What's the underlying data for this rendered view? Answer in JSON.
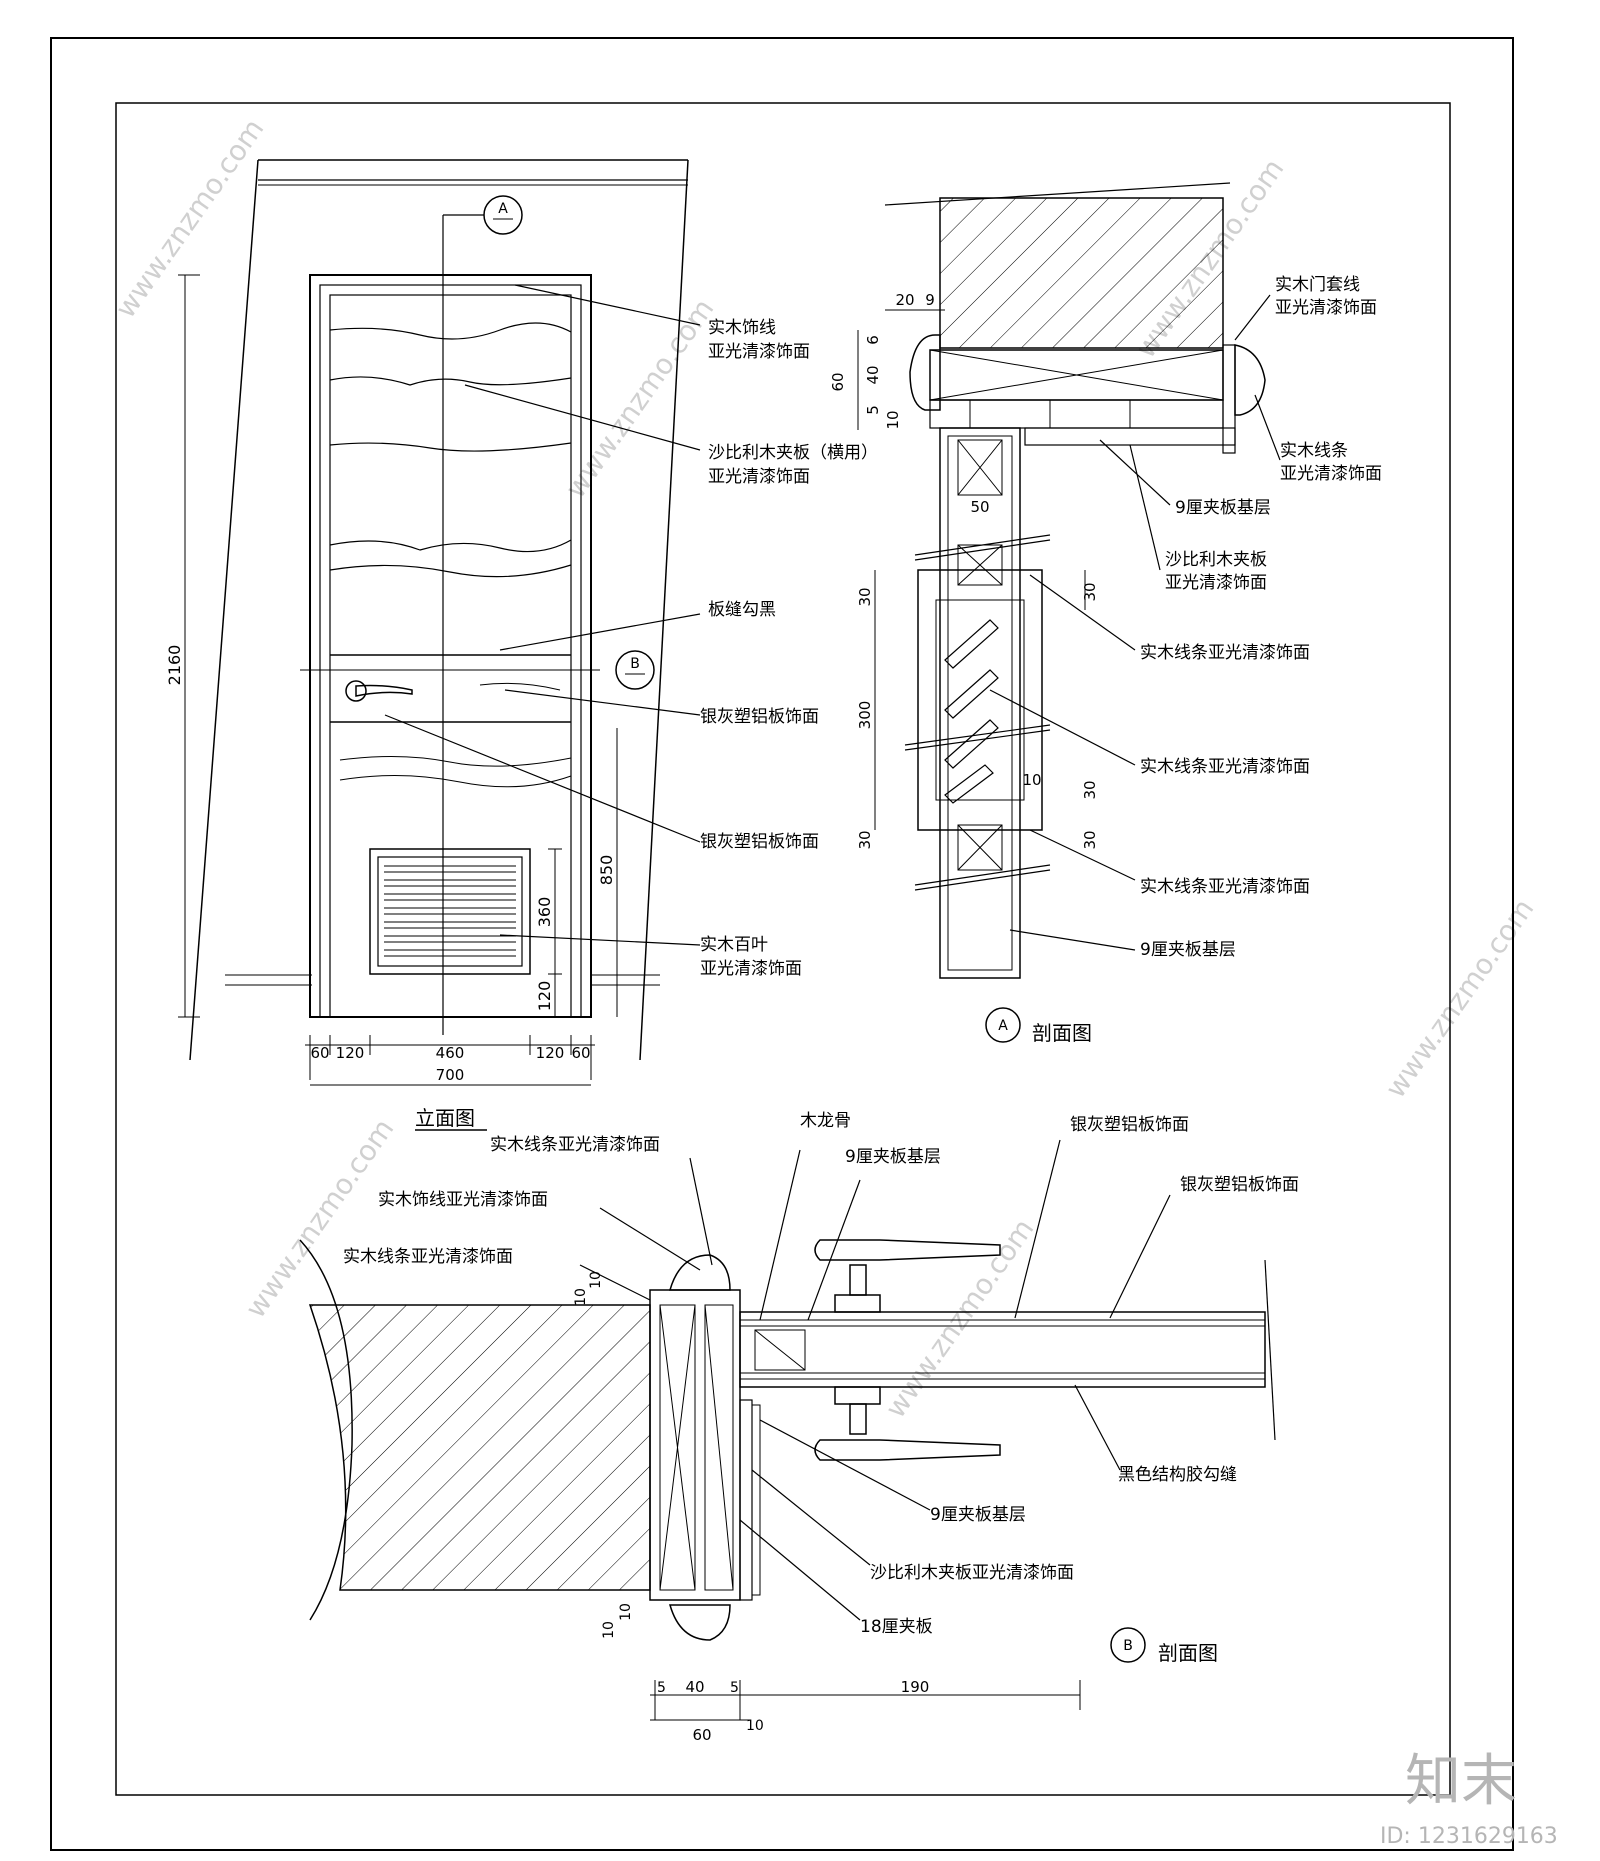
{
  "elevation": {
    "title": "立面图",
    "section_a_marker": "A",
    "section_b_marker": "B",
    "height_dim": "2160",
    "right_dims": [
      "850",
      "360",
      "120"
    ],
    "bottom_dims": [
      "60",
      "120",
      "460",
      "120",
      "60"
    ],
    "total_width_dim": "700",
    "labels": [
      "实木饰线",
      "亚光清漆饰面",
      "沙比利木夹板（横用）",
      "亚光清漆饰面",
      "板缝勾黑",
      "银灰塑铝板饰面",
      "银灰塑铝板饰面",
      "实木百叶",
      "亚光清漆饰面"
    ]
  },
  "section_a": {
    "marker": "A",
    "title": "剖面图",
    "dims_top": [
      "20",
      "9"
    ],
    "dims_left": [
      "6",
      "40",
      "60",
      "5",
      "10"
    ],
    "dim_stud": "50",
    "dims_mid_left": [
      "30",
      "300",
      "30"
    ],
    "dims_mid_right": [
      "30",
      "10",
      "30",
      "30"
    ],
    "labels": [
      "实木门套线",
      "亚光清漆饰面",
      "实木线条",
      "亚光清漆饰面",
      "9厘夹板基层",
      "沙比利木夹板",
      "亚光清漆饰面",
      "实木线条亚光清漆饰面",
      "实木线条亚光清漆饰面",
      "实木线条亚光清漆饰面",
      "9厘夹板基层"
    ]
  },
  "section_b": {
    "marker": "B",
    "title": "剖面图",
    "dims_left": [
      "10",
      "10"
    ],
    "dims_left_bottom": [
      "10",
      "10"
    ],
    "dims_bottom": [
      "5",
      "40",
      "5",
      "190",
      "60",
      "10"
    ],
    "labels": [
      "实木线条亚光清漆饰面",
      "实木饰线亚光清漆饰面",
      "实木线条亚光清漆饰面",
      "木龙骨",
      "9厘夹板基层",
      "银灰塑铝板饰面",
      "银灰塑铝板饰面",
      "黑色结构胶勾缝",
      "9厘夹板基层",
      "沙比利木夹板亚光清漆饰面",
      "18厘夹板"
    ]
  },
  "watermark": {
    "logo": "知末",
    "id_text": "ID: 1231629163",
    "site": "www.znzmo.com"
  }
}
